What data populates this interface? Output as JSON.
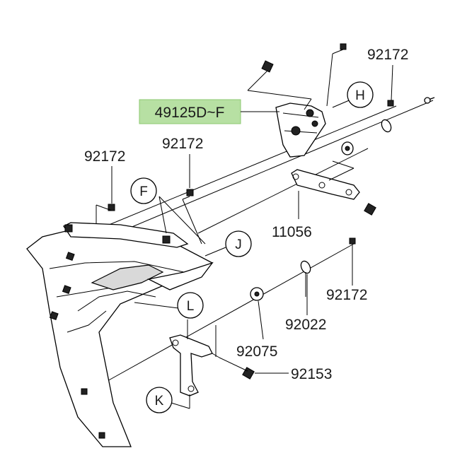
{
  "highlight_color": "#b7e0a3",
  "parts": {
    "p_49125": "49125D~F",
    "p_92172_a": "92172",
    "p_92172_b": "92172",
    "p_92172_c": "92172",
    "p_92172_d": "92172",
    "p_11056": "11056",
    "p_92022": "92022",
    "p_92075": "92075",
    "p_92153": "92153"
  },
  "callouts": {
    "H": "H",
    "F": "F",
    "J": "J",
    "L": "L",
    "K": "K"
  }
}
